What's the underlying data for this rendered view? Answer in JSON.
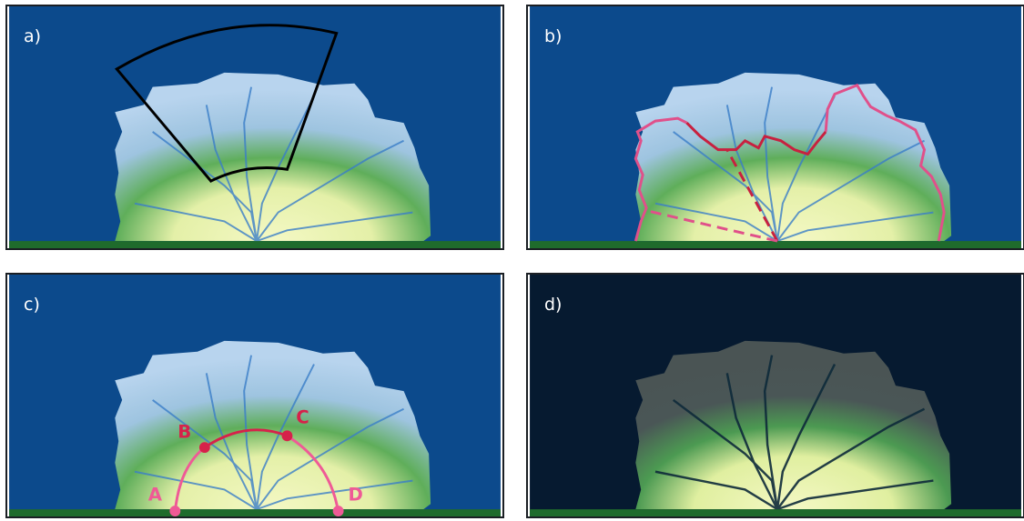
{
  "panels": [
    {
      "label": "a)"
    },
    {
      "label": "b)"
    },
    {
      "label": "c)"
    },
    {
      "label": "d)"
    }
  ],
  "points": {
    "A": "A",
    "B": "B",
    "C": "C",
    "D": "D"
  },
  "colors": {
    "water": "#0c4a8c",
    "water_dark": "#061a30",
    "shore": "#1f6b2c",
    "sector_outline": "#000000",
    "boundary": "#e0508a",
    "boundary_dark": "#c8203f",
    "arc_light": "#ef5a96",
    "arc_dark": "#d6224a"
  }
}
